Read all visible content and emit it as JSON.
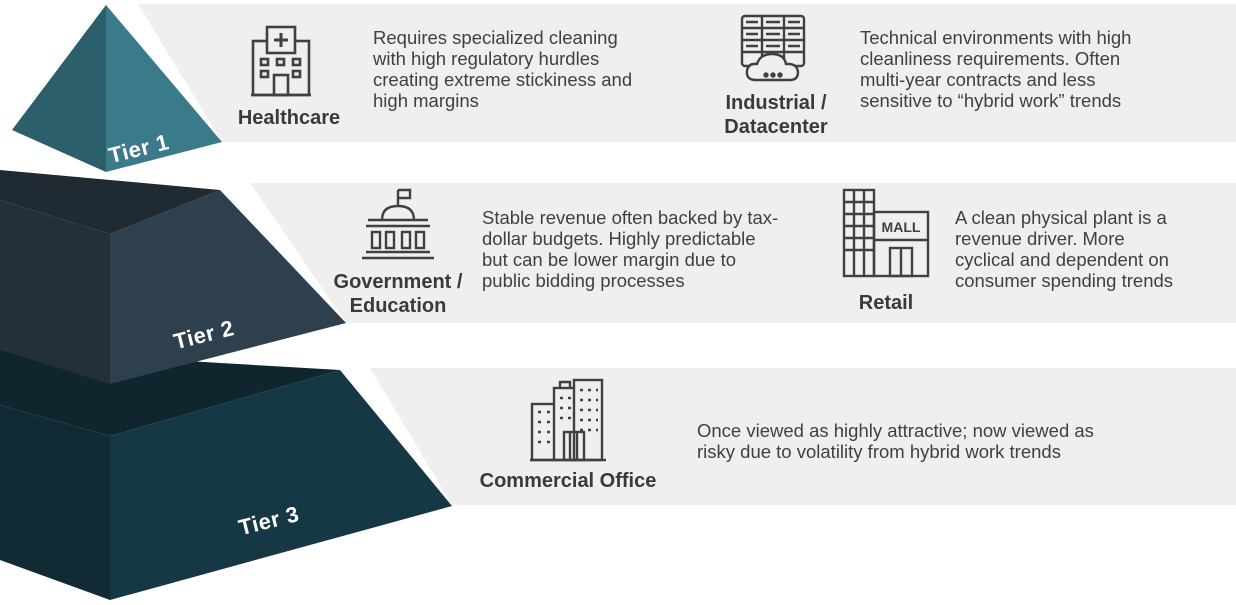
{
  "colors": {
    "band_fill": "#efefef",
    "tier1_front": "#3b7a89",
    "tier1_side": "#2c5f6c",
    "tier2_front": "#2e3f4d",
    "tier2_side": "#232f3a",
    "tier2_top": "#1f2a33",
    "tier3_front": "#163844",
    "tier3_side": "#102b34",
    "tier3_top": "#0f262e",
    "icon_stroke": "#404040"
  },
  "tiers": [
    {
      "label": "Tier 1"
    },
    {
      "label": "Tier 2"
    },
    {
      "label": "Tier 3"
    }
  ],
  "segments": {
    "healthcare": {
      "label": "Healthcare",
      "icon": "hospital-icon",
      "description_lines": [
        "Requires specialized cleaning",
        "with high regulatory hurdles",
        "creating extreme stickiness and",
        "high margins"
      ]
    },
    "industrial": {
      "label_lines": [
        "Industrial /",
        "Datacenter"
      ],
      "icon": "server-cloud-icon",
      "description_lines": [
        "Technical environments with high",
        "cleanliness requirements. Often",
        "multi-year contracts and less",
        "sensitive to “hybrid work” trends"
      ]
    },
    "government": {
      "label_lines": [
        "Government /",
        "Education"
      ],
      "icon": "government-building-icon",
      "description_lines": [
        "Stable revenue often backed by tax-",
        "dollar budgets. Highly predictable",
        "but can be lower margin due to",
        "public bidding processes"
      ]
    },
    "retail": {
      "label": "Retail",
      "icon": "mall-icon",
      "icon_text": "MALL",
      "description_lines": [
        "A clean physical plant is a",
        "revenue driver. More",
        "cyclical and dependent on",
        "consumer spending trends"
      ]
    },
    "commercial": {
      "label": "Commercial Office",
      "icon": "office-buildings-icon",
      "description_lines": [
        "Once viewed as highly attractive; now viewed as",
        "risky due to volatility from hybrid work trends"
      ]
    }
  }
}
